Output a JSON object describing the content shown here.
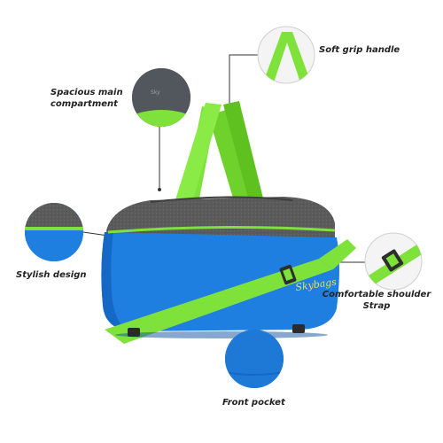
{
  "callouts": {
    "soft_grip_handle": "Soft grip handle",
    "spacious_main_compartment_line1": "Spacious main",
    "spacious_main_compartment_line2": "compartment",
    "stylish_design": "Stylish design",
    "comfortable_shoulder_strap_line1": "Comfortable shoulder",
    "comfortable_shoulder_strap_line2": "Strap",
    "front_pocket": "Front pocket"
  },
  "brand_logo_text": "Skybags",
  "colors": {
    "bag_blue": "#1f7fe0",
    "bag_blue_dark": "#1668c6",
    "bag_grey": "#5b5b5b",
    "strap_green": "#7ee23a",
    "strap_green_dark": "#5fc11f",
    "connector_line": "#333333",
    "logo_yellow": "#e8e24a"
  },
  "icons": {
    "soft_grip_handle": "handle-closeup-icon",
    "spacious_main_compartment": "compartment-closeup-icon",
    "stylish_design": "design-closeup-icon",
    "comfortable_shoulder_strap": "buckle-closeup-icon",
    "front_pocket": "pocket-closeup-icon"
  }
}
